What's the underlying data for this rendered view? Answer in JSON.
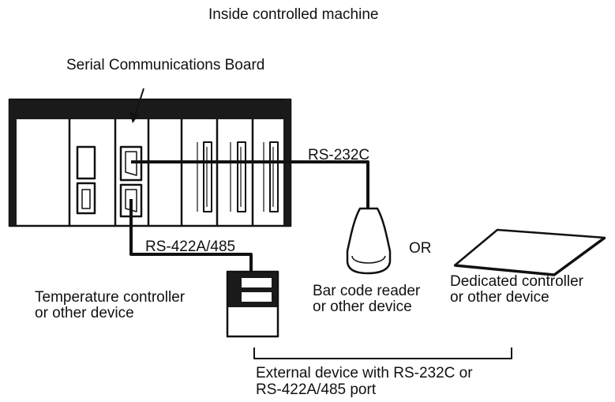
{
  "diagram": {
    "title": "Inside controlled machine",
    "board_label": "Serial Communications Board",
    "rs232_label": "RS-232C",
    "rs422_label": "RS-422A/485",
    "or_label": "OR",
    "temp_controller": [
      "Temperature controller",
      "or other device"
    ],
    "barcode_reader": [
      "Bar code reader",
      "or other device"
    ],
    "dedicated_controller": [
      "Dedicated controller",
      "or other device"
    ],
    "external_device": [
      "External device with RS-232C or",
      "RS-422A/485 port"
    ]
  },
  "colors": {
    "line": "#111111",
    "panel_dark": "#1a1a1a",
    "background": "#ffffff"
  },
  "icons": [
    "plc-rack",
    "serial-communications-board",
    "temperature-controller-icon",
    "barcode-reader-icon",
    "dedicated-controller-icon"
  ]
}
